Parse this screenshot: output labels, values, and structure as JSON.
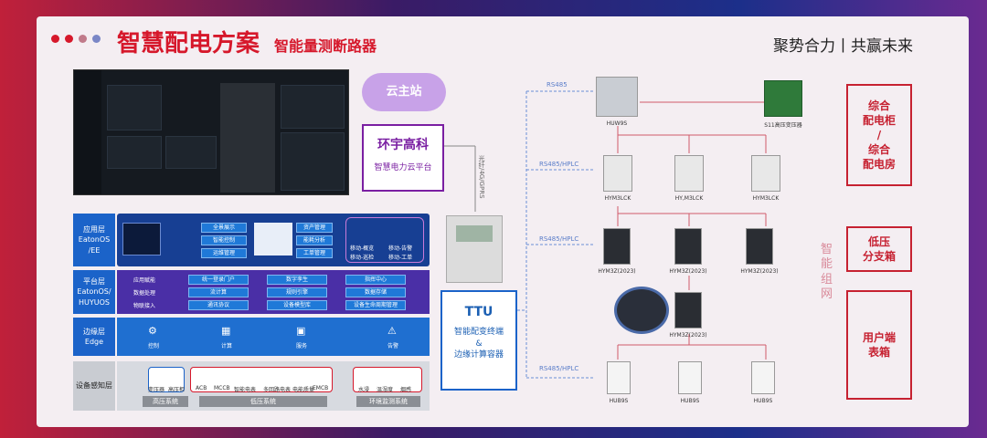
{
  "header": {
    "title": "智慧配电方案",
    "subtitle": "智能量测断路器",
    "slogan": "聚势合力丨共赢未来"
  },
  "cloud": {
    "label": "云主站"
  },
  "platform": {
    "name": "环宇高科",
    "desc": "智慧电力云平台"
  },
  "link_text": "光纤/4G/GPRS",
  "layers": {
    "app": {
      "label": "应用层\nEatonOS\n/EE",
      "chips": [
        "全景展示",
        "智能控制",
        "运维管理",
        "资产管理",
        "能耗分析",
        "工单管理"
      ],
      "mobile": [
        "移动-概览",
        "移动-巡检",
        "移动-告警",
        "移动-工单"
      ]
    },
    "platform": {
      "label": "平台层\nEatonOS/\nHUYUOS",
      "rows": [
        {
          "name": "应用赋能",
          "items": [
            "统一登录门户",
            "数字孪生",
            "指挥中心"
          ]
        },
        {
          "name": "数据处理",
          "items": [
            "流计算",
            "规则引擎",
            "数据存储"
          ]
        },
        {
          "name": "物联接入",
          "items": [
            "通讯协议",
            "设备模型库",
            "设备生命周期管理"
          ]
        }
      ]
    },
    "edge": {
      "label": "边缘层\nEdge",
      "items": [
        "控制",
        "计算",
        "服务",
        "告警"
      ]
    },
    "device": {
      "label": "设备感知层",
      "groups": [
        "高压系统",
        "低压系统",
        "环境监测系统"
      ],
      "hv": [
        "变压器",
        "高压柜"
      ],
      "lv": [
        "ACB",
        "MCCB",
        "智能电表",
        "多回路电表",
        "电能质量",
        "EMCB"
      ],
      "env": [
        "水浸",
        "温湿度",
        "烟感"
      ]
    }
  },
  "ttu": {
    "title": "TTU",
    "desc1": "智能配变终端",
    "amp": "&",
    "desc2": "边缘计算容器"
  },
  "network": {
    "rs1": "RS485",
    "rs2": "RS485/HPLC",
    "rs3": "RS485/HPLC",
    "rs4": "RS485/HPLC",
    "top": [
      "HUW9S",
      "S11高压变压器"
    ],
    "row2": [
      "HYM3LCK",
      "HY,M3LCK",
      "HYM3LCK"
    ],
    "row3": [
      "HYM3Z(2023)",
      "HYM3Z(2023)",
      "HYM3Z(2023)"
    ],
    "row4": [
      "HYM3Z(2023)"
    ],
    "row5": [
      "HUB9S",
      "HUB9S",
      "HUB9S"
    ]
  },
  "grid_text": "智能组网",
  "categories": {
    "c1": [
      "综合",
      "配电柜",
      "/",
      "综合",
      "配电房"
    ],
    "c2": [
      "低压",
      "分支箱"
    ],
    "c3": [
      "用户端",
      "表箱"
    ]
  },
  "colors": {
    "accent": "#d6182b",
    "layer_blue": "#1b63c9",
    "purple": "#7a1fa2"
  }
}
